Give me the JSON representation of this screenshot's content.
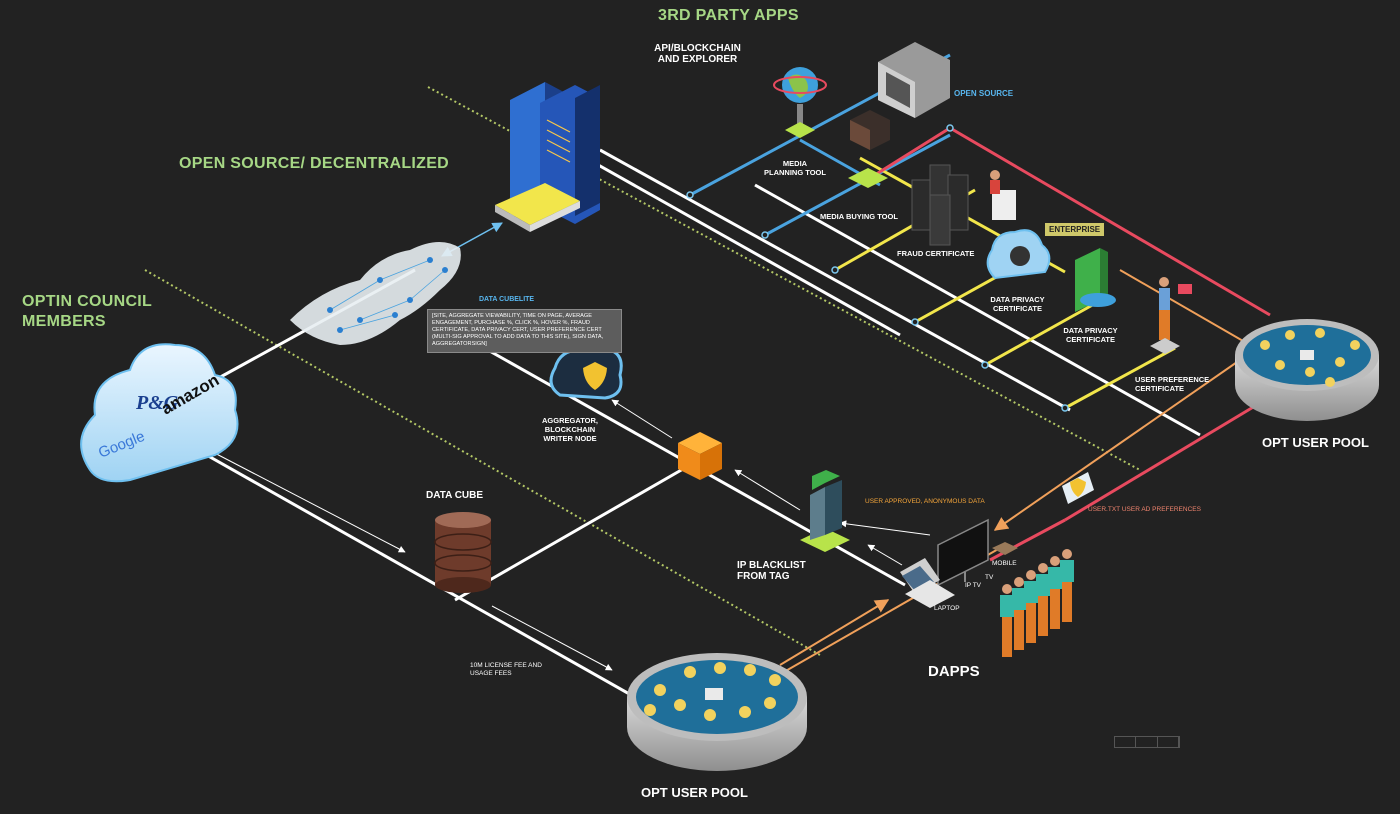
{
  "headings": {
    "third_party_apps": "3RD PARTY APPS",
    "open_source_decentralized": "OPEN SOURCE/ DECENTRALIZED",
    "optin_council_line1": "OPTIN COUNCIL",
    "optin_council_line2": "MEMBERS"
  },
  "nodes": {
    "api_blockchain_line1": "API/BLOCKCHAIN",
    "api_blockchain_line2": "AND EXPLORER",
    "open_source": "OPEN SOURCE",
    "media_planning_line1": "MEDIA",
    "media_planning_line2": "PLANNING TOOL",
    "media_buying": "MEDIA BUYING TOOL",
    "fraud_certificate": "FRAUD CERTIFICATE",
    "enterprise": "ENTERPRISE",
    "data_privacy_cert_1_line1": "DATA PRIVACY",
    "data_privacy_cert_1_line2": "CERTIFICATE",
    "data_privacy_cert_2_line1": "DATA PRIVACY",
    "data_privacy_cert_2_line2": "CERTIFICATE",
    "user_pref_line1": "USER PREFERENCE",
    "user_pref_line2": "CERTIFICATE",
    "opt_user_pool_right": "OPT USER POOL",
    "data_cubelite": "DATA CUBELITE",
    "aggregator_line1": "AGGREGATOR,",
    "aggregator_line2": "BLOCKCHAIN",
    "aggregator_line3": "WRITER NODE",
    "data_cube": "DATA CUBE",
    "user_approved": "USER APPROVED, ANONYMOUS DATA",
    "user_txt": "USER.TXT USER AD PREFERENCES",
    "ip_blacklist_line1": "IP BLACKLIST",
    "ip_blacklist_line2": "FROM TAG",
    "mobile": "MOBILE",
    "tv": "TV",
    "ip_tv": "IP TV",
    "laptop": "LAPTOP",
    "dapps": "DAPPS",
    "license_line1": "10M LICENSE FEE AND",
    "license_line2": "USAGE FEES",
    "opt_user_pool_bottom": "OPT USER POOL"
  },
  "infobox": "[SITE, AGGREGATE VIEWABILITY, TIME ON PAGE, AVERAGE ENGAGEMENT, PURCHASE %, CLICK %, HOVER %, FRAUD CERTIFICATE, DATA PRIVACY CERT, USER PREFERENCE CERT (MULTI-SIG APPROVAL TO ADD DATA TO THIS SITE), SIGN DATA, AGGREGATORSIGN]",
  "brands": {
    "pg": "P&G",
    "amazon": "amazon",
    "google": "Google"
  },
  "colors": {
    "background": "#222222",
    "heading_green": "#a6d785",
    "blue_line": "#4aa3df",
    "yellow_line": "#f2e64b",
    "red_line": "#e84a5f",
    "orange_line": "#f0a05a",
    "white_line": "#ffffff",
    "dotted_line": "#b4c866",
    "enterprise_badge": "#cfc86a"
  }
}
